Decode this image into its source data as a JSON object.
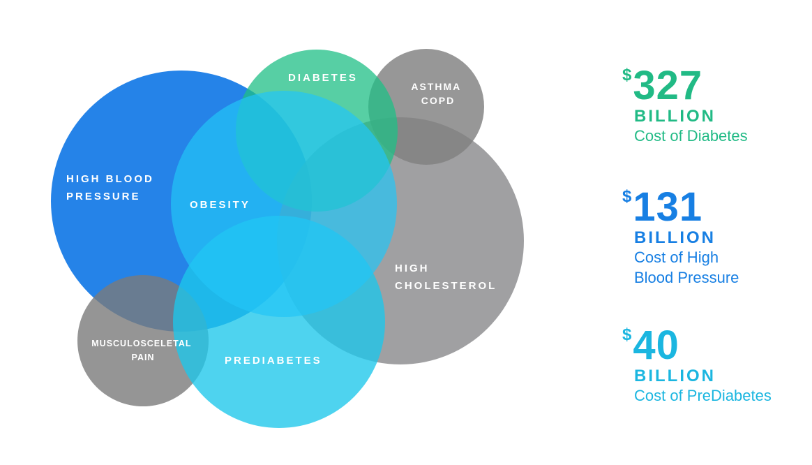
{
  "diagram": {
    "circles": [
      {
        "id": "high-blood-pressure",
        "label_lines": [
          "HIGH BLOOD",
          "PRESSURE"
        ],
        "color": "#1278e6"
      },
      {
        "id": "musculoskeletal-pain",
        "label_lines": [
          "MUSCULOSCELETAL",
          "PAIN"
        ],
        "color": "#7a7a7a"
      },
      {
        "id": "high-cholesterol",
        "label_lines": [
          "HIGH",
          "CHOLESTEROL"
        ],
        "color": "#7b7c7e"
      },
      {
        "id": "asthma-copd",
        "label_lines": [
          "ASTHMA",
          "COPD"
        ],
        "color": "#808080"
      },
      {
        "id": "diabetes",
        "label_lines": [
          "DIABETES"
        ],
        "color": "#1fbf86"
      },
      {
        "id": "prediabetes",
        "label_lines": [
          "PREDIABETES"
        ],
        "color": "#1cc6ea"
      },
      {
        "id": "obesity",
        "label_lines": [
          "OBESITY"
        ],
        "color": "#22c4f6"
      }
    ]
  },
  "stats": [
    {
      "id": "diabetes",
      "symbol": "$",
      "amount": "327",
      "unit": "BILLION",
      "desc_lines": [
        "Cost of Diabetes"
      ],
      "color": "#21ba85"
    },
    {
      "id": "hbp",
      "symbol": "$",
      "amount": "131",
      "unit": "BILLION",
      "desc_lines": [
        "Cost of High",
        "Blood Pressure"
      ],
      "color": "#177fe3"
    },
    {
      "id": "pre",
      "symbol": "$",
      "amount": "40",
      "unit": "BILLION",
      "desc_lines": [
        "Cost of PreDiabetes"
      ],
      "color": "#1bb6e0"
    }
  ]
}
